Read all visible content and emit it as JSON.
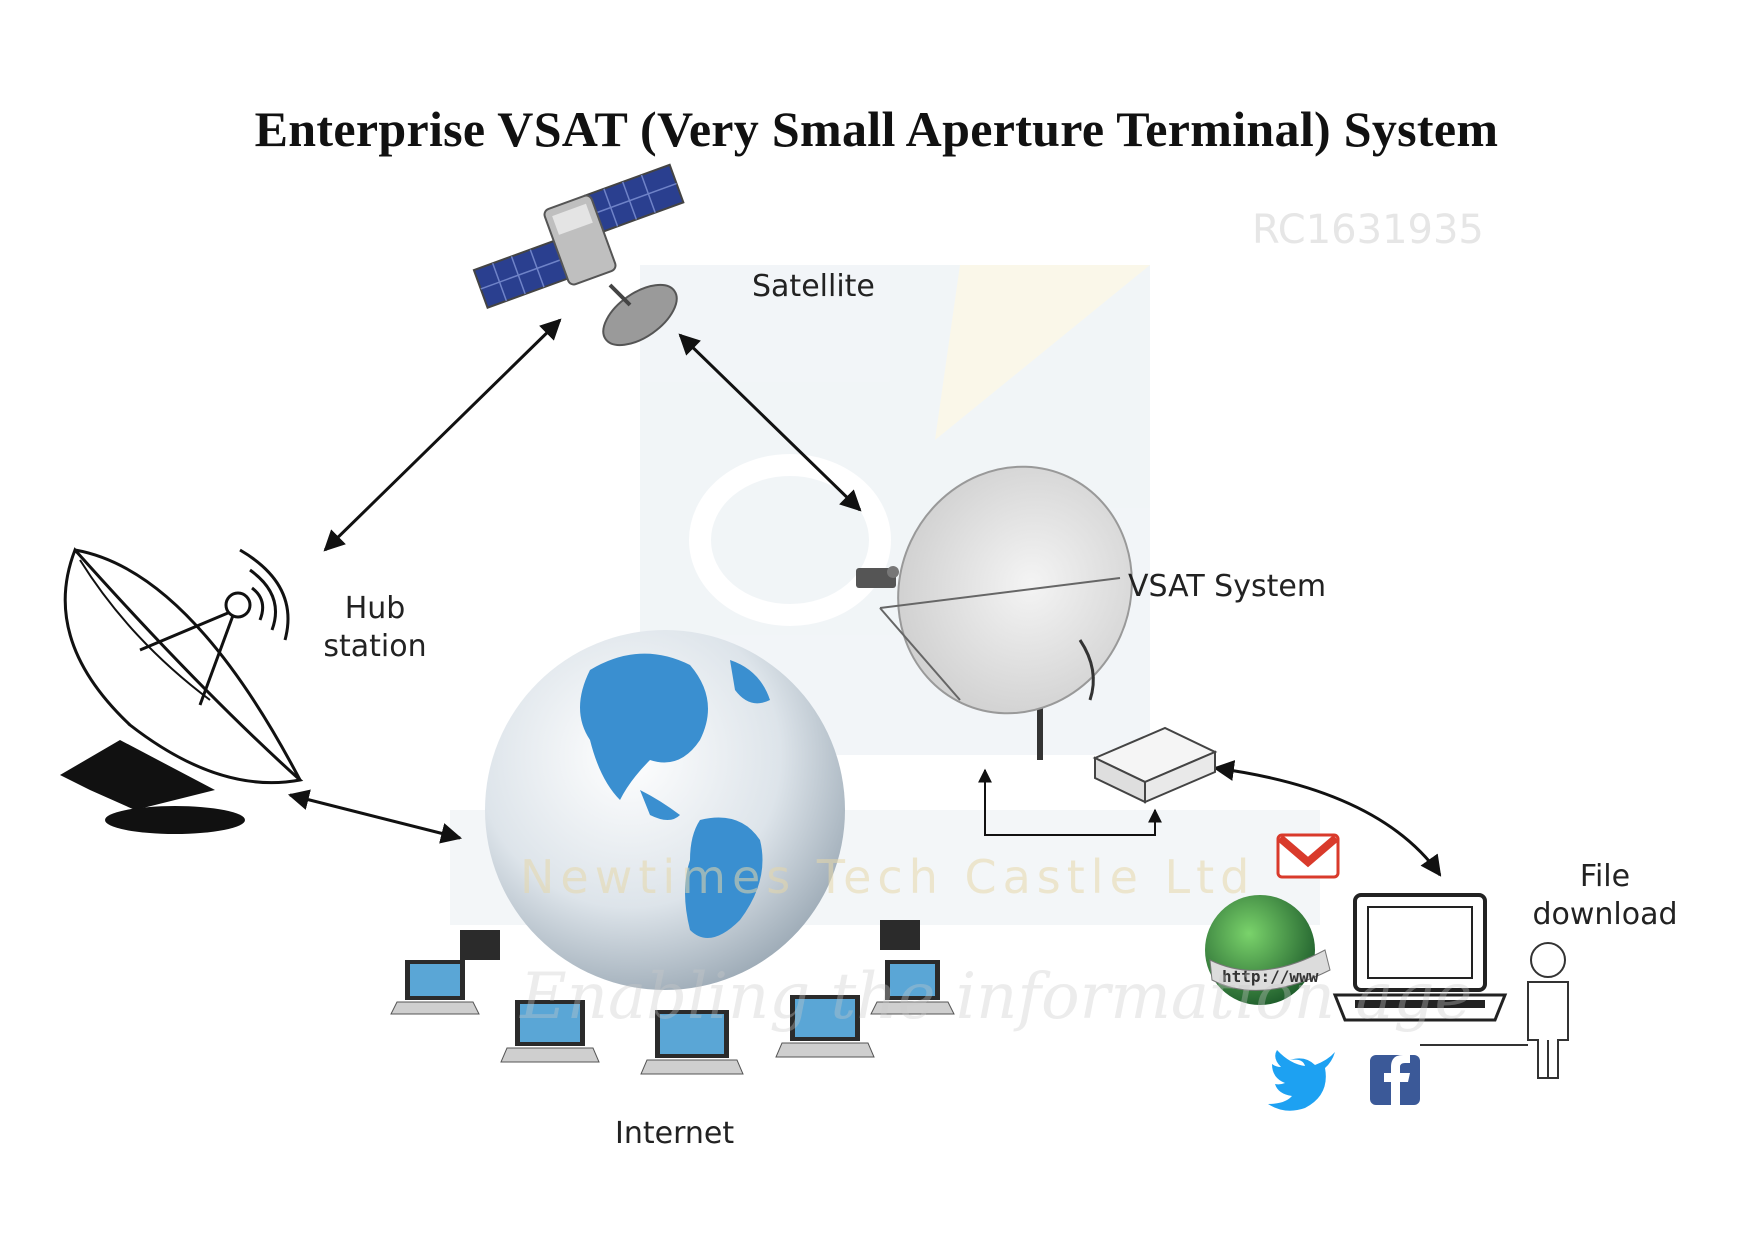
{
  "title": "Enterprise VSAT (Very Small Aperture Terminal) System",
  "nodes": {
    "satellite": "Satellite",
    "hub_station": [
      "Hub",
      "station"
    ],
    "vsat_system": "VSAT System",
    "internet": "Internet",
    "file_download": [
      "File",
      "download"
    ]
  },
  "watermark": {
    "code": "RC1631935",
    "company": "Newtimes Tech Castle Ltd",
    "tagline": "Enabling the information age"
  },
  "icons": [
    "satellite-icon",
    "hub-dish-icon",
    "vsat-dish-icon",
    "modem-icon",
    "globe-icon",
    "laptop-icon",
    "user-icon",
    "gmail-icon",
    "twitter-icon",
    "facebook-icon",
    "web-globe-icon"
  ],
  "colors": {
    "globe_ocean": "#3a8fd0",
    "globe_land": "#e9eef2",
    "panel_blue": "#2a3f8f",
    "gmail_red": "#d93a2b",
    "twitter_blue": "#1da1f2",
    "facebook_blue": "#3b5998",
    "web_green": "#3aa83a"
  }
}
